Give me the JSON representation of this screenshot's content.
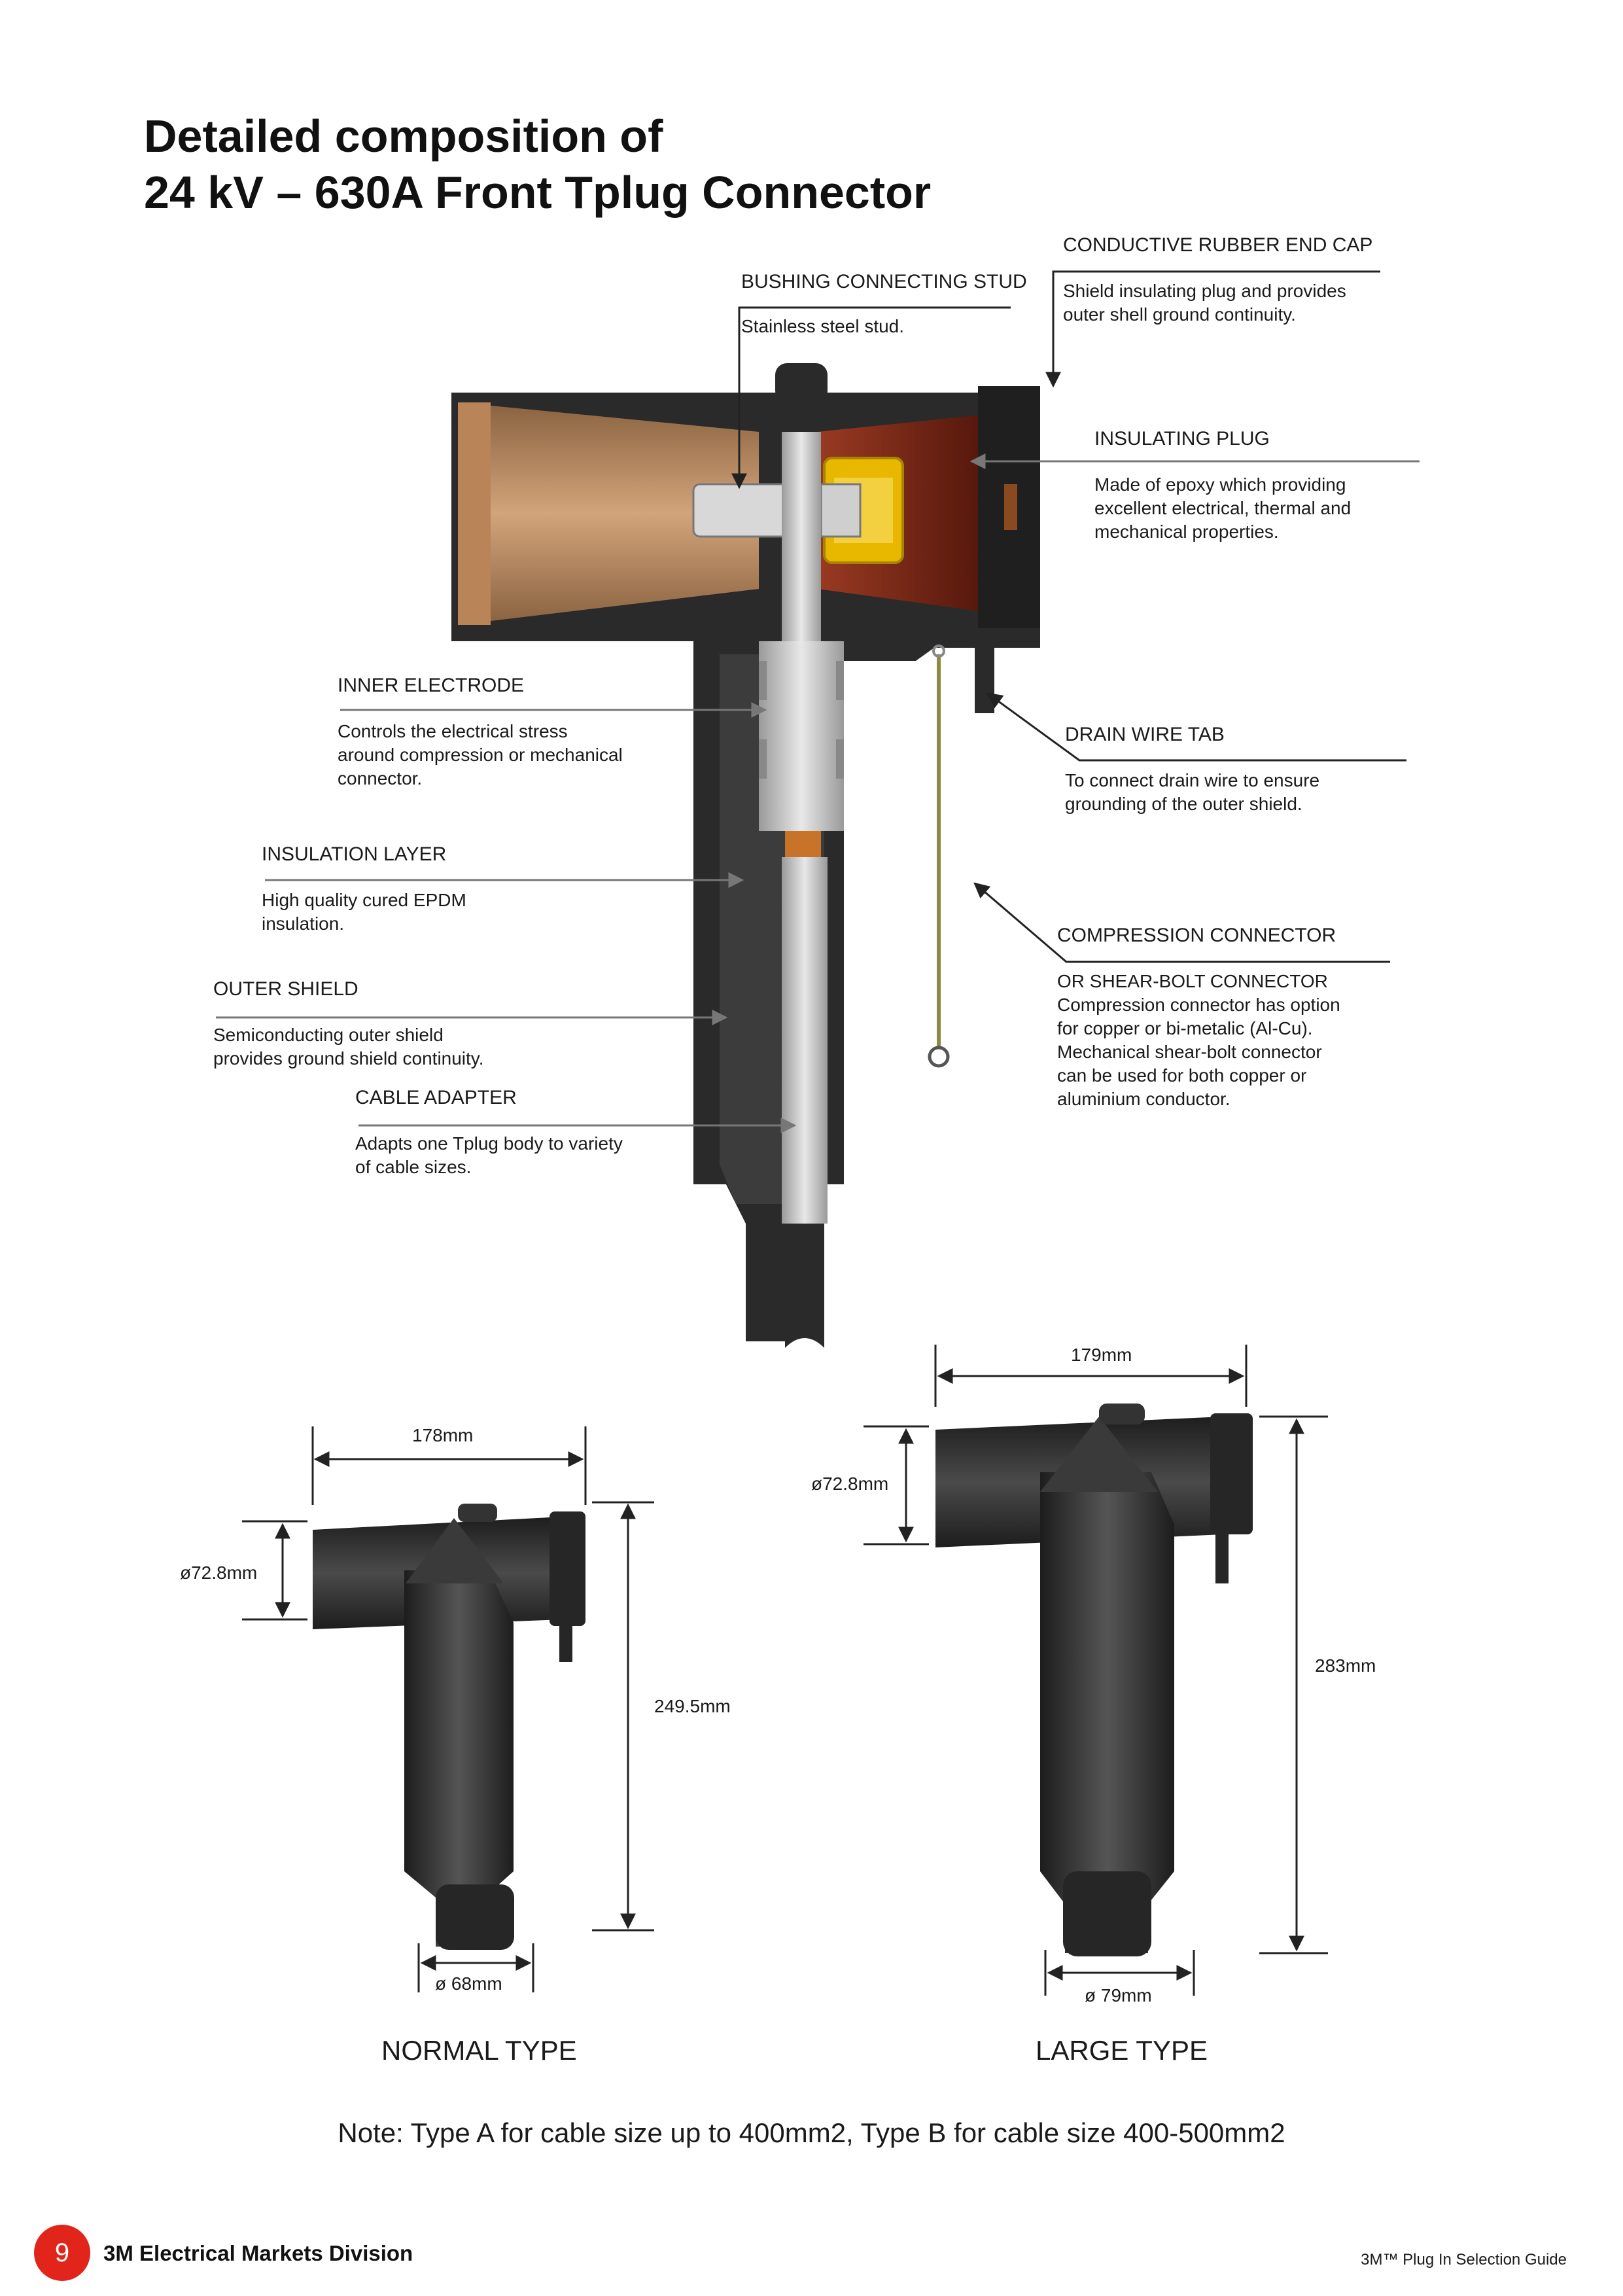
{
  "title": {
    "line1": "Detailed composition of",
    "line2": "24 kV – 630A Front Tplug Connector"
  },
  "callouts": {
    "bushing_stud": {
      "heading": "BUSHING CONNECTING STUD",
      "text": "Stainless steel stud."
    },
    "end_cap": {
      "heading": "CONDUCTIVE RUBBER END CAP",
      "text": "Shield insulating plug and provides\nouter shell ground continuity."
    },
    "insulating_plug": {
      "heading": "INSULATING PLUG",
      "text": "Made of epoxy which providing\nexcellent electrical, thermal and\nmechanical properties."
    },
    "inner_electrode": {
      "heading": "INNER ELECTRODE",
      "text": "Controls the electrical stress\naround compression or mechanical\nconnector."
    },
    "drain_wire_tab": {
      "heading": "DRAIN WIRE TAB",
      "text": "To connect drain wire to ensure\ngrounding of the outer shield."
    },
    "insulation_layer": {
      "heading": "INSULATION LAYER",
      "text": "High quality cured EPDM\ninsulation."
    },
    "compression_connector": {
      "heading": "COMPRESSION CONNECTOR",
      "text": "OR SHEAR-BOLT CONNECTOR\nCompression connector has option\nfor copper or bi-metalic (Al-Cu).\nMechanical shear-bolt connector\ncan be used for both copper or\naluminium conductor."
    },
    "outer_shield": {
      "heading": "OUTER SHIELD",
      "text": "Semiconducting outer shield\nprovides ground shield continuity."
    },
    "cable_adapter": {
      "heading": "CABLE ADAPTER",
      "text": "Adapts one Tplug body to variety\nof cable sizes."
    }
  },
  "normal_type": {
    "label": "NORMAL TYPE",
    "width": "178mm",
    "diameter": "ø72.8mm",
    "height": "249.5mm",
    "bottom_diameter": "ø 68mm"
  },
  "large_type": {
    "label": "LARGE TYPE",
    "width": "179mm",
    "diameter": "ø72.8mm",
    "height": "283mm",
    "bottom_diameter": "ø 79mm"
  },
  "note": "Note: Type A for cable size up to 400mm2, Type B for cable size 400-500mm2",
  "footer": {
    "page_number": "9",
    "division": "3M Electrical Markets Division",
    "guide": "3M™ Plug In Selection Guide"
  },
  "colors": {
    "accent": "#e1251b",
    "rubber": "#2a2a2a",
    "bushing": "#b98a62",
    "plug": "#6e2418",
    "brass": "#e8b800"
  }
}
